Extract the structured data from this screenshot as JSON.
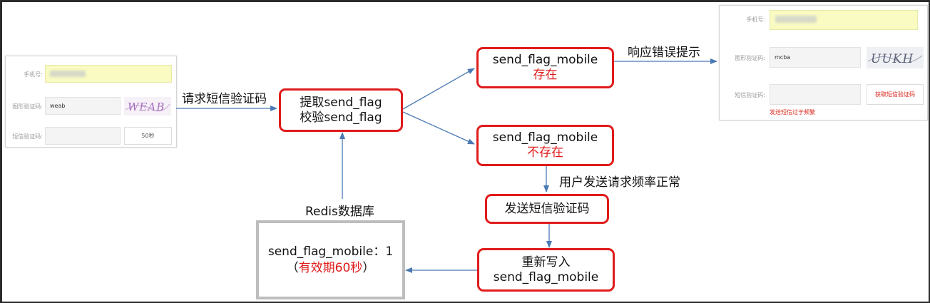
{
  "left_form": {
    "phone_label": "手机号:",
    "captcha_label": "图形验证码:",
    "captcha_value": "weab",
    "captcha_image_text": "WEAB",
    "sms_label": "短信验证码:",
    "countdown_button": "50秒"
  },
  "right_form": {
    "phone_label": "手机号:",
    "captcha_label": "图形验证码:",
    "captcha_value": "mcba",
    "captcha_image_text": "UUKH",
    "sms_label": "短信验证码:",
    "get_code_button": "获取短信验证码",
    "error_text": "发送短信过于频繁"
  },
  "nodes": {
    "extract": {
      "line1": "提取send_flag",
      "line2": "校验send_flag"
    },
    "exists": {
      "line1": "send_flag_mobile",
      "line2": "存在"
    },
    "not_exists": {
      "line1": "send_flag_mobile",
      "line2": "不存在"
    },
    "send_sms": {
      "line1": "发送短信验证码"
    },
    "rewrite": {
      "line1": "重新写入",
      "line2": "send_flag_mobile"
    },
    "redis_entry": {
      "line1": "send_flag_mobile：1",
      "paren_open": "（",
      "ttl": "有效期60秒",
      "paren_close": "）"
    }
  },
  "edge_labels": {
    "request_sms": "请求短信验证码",
    "error_response": "响应错误提示",
    "normal_rate": "用户发送请求频率正常",
    "redis_db": "Redis数据库"
  },
  "colors": {
    "box_border": "#e01b1b",
    "arrow": "#4a79b3",
    "redis_border": "#bdbdbd"
  }
}
